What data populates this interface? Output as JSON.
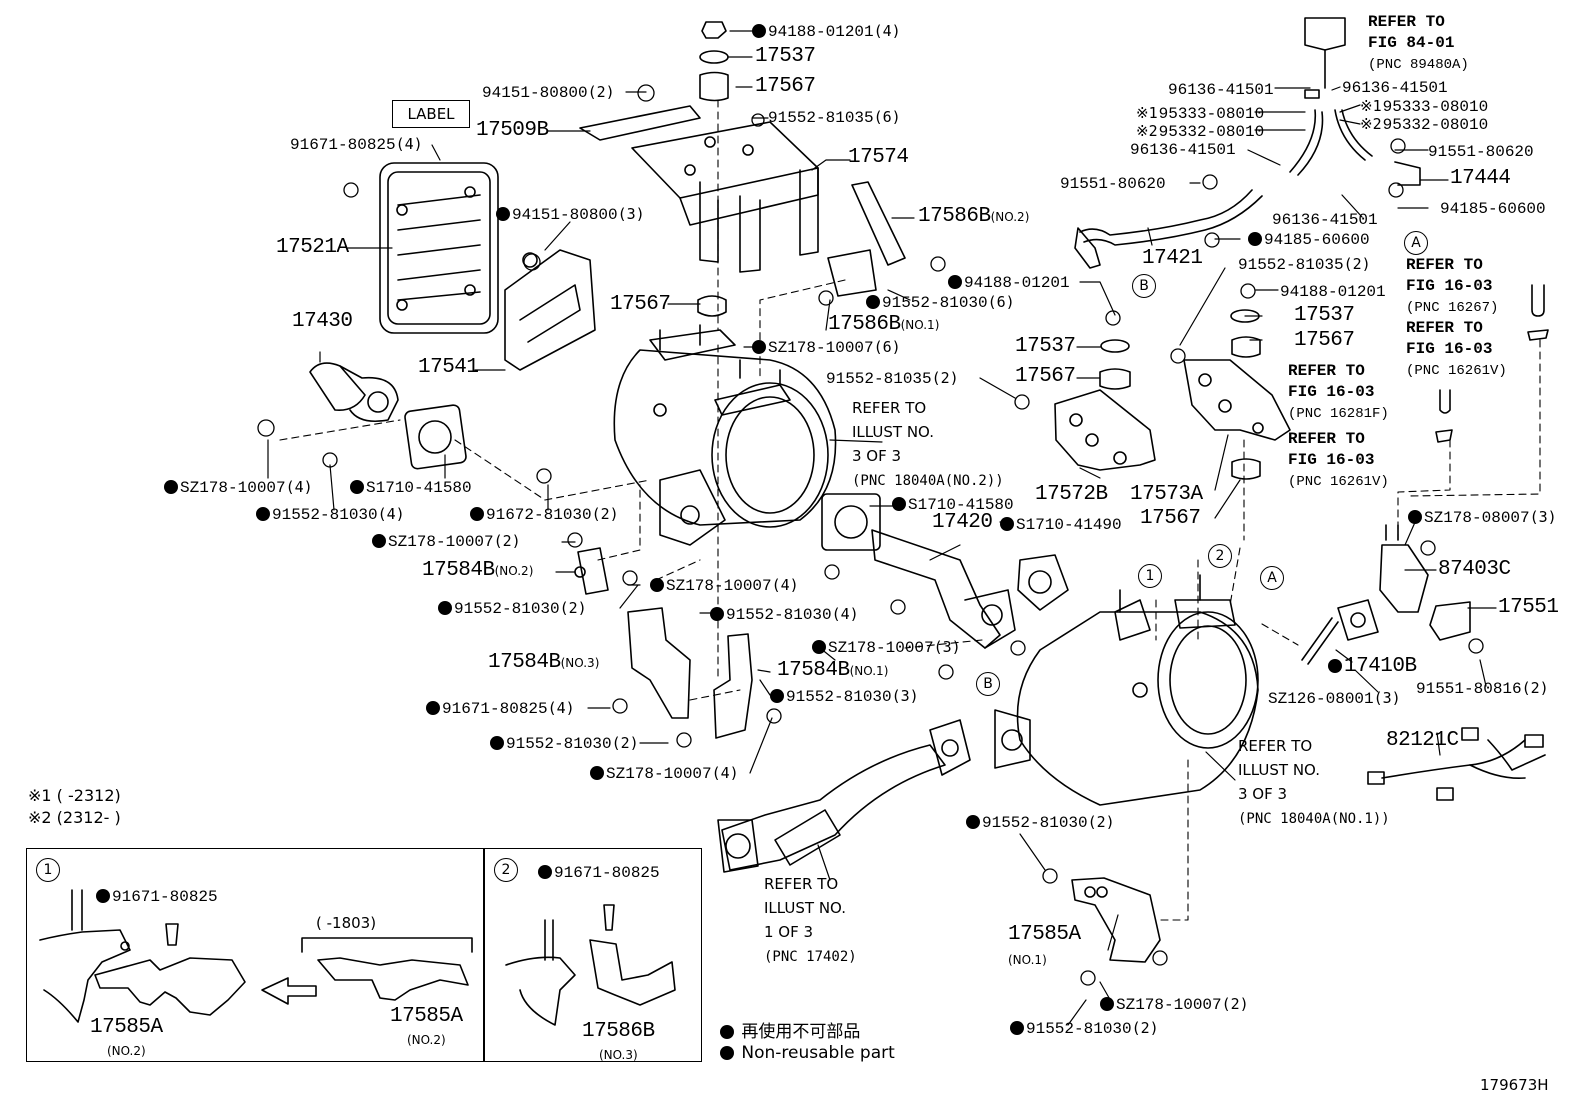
{
  "label_box": "LABEL",
  "parts": [
    {
      "id": "p1",
      "dot": true,
      "pn": "94188-01201",
      "qty": "(4)"
    },
    {
      "id": "p2",
      "pn": "17537",
      "big": true
    },
    {
      "id": "p3",
      "pn": "17567",
      "big": true
    },
    {
      "id": "p4",
      "pn": "94151-80800",
      "qty": "(2)"
    },
    {
      "id": "p5",
      "pn": "91552-81035",
      "qty": "(6)"
    },
    {
      "id": "p6",
      "pn": "17509B",
      "big": true
    },
    {
      "id": "p7",
      "pn": "17574",
      "big": true
    },
    {
      "id": "p8",
      "pn": "91671-80825",
      "qty": "(4)"
    },
    {
      "id": "p9",
      "pn": "17586B",
      "big": true,
      "sub": "(NO.2)"
    },
    {
      "id": "p10",
      "dot": true,
      "pn": "94151-80800",
      "qty": "(3)"
    },
    {
      "id": "p11",
      "pn": "17521A",
      "big": true
    },
    {
      "id": "p12",
      "pn": "17567",
      "big": true
    },
    {
      "id": "p13",
      "dot": true,
      "pn": "94188-01201"
    },
    {
      "id": "p14",
      "dot": true,
      "pn": "91552-81030",
      "qty": "(6)"
    },
    {
      "id": "p15",
      "pn": "17586B",
      "big": true,
      "sub": "(NO.1)"
    },
    {
      "id": "p16",
      "pn": "17430",
      "big": true
    },
    {
      "id": "p17",
      "dot": true,
      "pn": "SZ178-10007",
      "qty": "(6)"
    },
    {
      "id": "p18",
      "pn": "17541",
      "big": true
    },
    {
      "id": "p19",
      "pn": "17537",
      "big": true
    },
    {
      "id": "p20",
      "pn": "91552-81035",
      "qty": "(2)"
    },
    {
      "id": "p21",
      "pn": "17567",
      "big": true
    },
    {
      "id": "p22",
      "dot": true,
      "pn": "SZ178-10007",
      "qty": "(4)"
    },
    {
      "id": "p23",
      "dot": true,
      "pn": "S1710-41580"
    },
    {
      "id": "p24",
      "dot": true,
      "pn": "91552-81030",
      "qty": "(4)"
    },
    {
      "id": "p25",
      "dot": true,
      "pn": "91672-81030",
      "qty": "(2)"
    },
    {
      "id": "p26",
      "pn": "17572B",
      "big": true
    },
    {
      "id": "p27",
      "dot": true,
      "pn": "S1710-41580"
    },
    {
      "id": "p28",
      "pn": "17420",
      "big": true
    },
    {
      "id": "p29",
      "dot": true,
      "pn": "S1710-41490"
    },
    {
      "id": "p30",
      "dot": true,
      "pn": "SZ178-10007",
      "qty": "(2)"
    },
    {
      "id": "p31",
      "pn": "17584B",
      "big": true,
      "sub": "(NO.2)"
    },
    {
      "id": "p32",
      "dot": true,
      "pn": "SZ178-10007",
      "qty": "(4)"
    },
    {
      "id": "p33",
      "dot": true,
      "pn": "91552-81030",
      "qty": "(2)"
    },
    {
      "id": "p34",
      "dot": true,
      "pn": "91552-81030",
      "qty": "(4)"
    },
    {
      "id": "p35",
      "pn": "17584B",
      "big": true,
      "sub": "(NO.3)"
    },
    {
      "id": "p36",
      "dot": true,
      "pn": "SZ178-10007",
      "qty": "(3)"
    },
    {
      "id": "p37",
      "pn": "17584B",
      "big": true,
      "sub": "(NO.1)"
    },
    {
      "id": "p38",
      "dot": true,
      "pn": "91552-81030",
      "qty": "(3)"
    },
    {
      "id": "p39",
      "dot": true,
      "pn": "91671-80825",
      "qty": "(4)"
    },
    {
      "id": "p40",
      "dot": true,
      "pn": "91552-81030",
      "qty": "(2)"
    },
    {
      "id": "p41",
      "dot": true,
      "pn": "SZ178-10007",
      "qty": "(4)"
    },
    {
      "id": "p42",
      "pn": "96136-41501"
    },
    {
      "id": "p43",
      "pn": "96136-41501"
    },
    {
      "id": "p44",
      "mark": "※1",
      "pn": "95333-08010"
    },
    {
      "id": "p45",
      "mark": "※2",
      "pn": "95332-08010"
    },
    {
      "id": "p46",
      "mark": "※1",
      "pn": "95333-08010"
    },
    {
      "id": "p47",
      "mark": "※2",
      "pn": "95332-08010"
    },
    {
      "id": "p48",
      "pn": "96136-41501"
    },
    {
      "id": "p49",
      "pn": "91551-80620"
    },
    {
      "id": "p50",
      "pn": "91551-80620"
    },
    {
      "id": "p51",
      "pn": "17444",
      "big": true
    },
    {
      "id": "p52",
      "pn": "94185-60600"
    },
    {
      "id": "p53",
      "pn": "96136-41501"
    },
    {
      "id": "p54",
      "pn": "17421",
      "big": true
    },
    {
      "id": "p55",
      "dot": true,
      "pn": "94185-60600"
    },
    {
      "id": "p56",
      "pn": "91552-81035",
      "qty": "(2)"
    },
    {
      "id": "p57",
      "pn": "94188-01201"
    },
    {
      "id": "p58",
      "pn": "17537",
      "big": true
    },
    {
      "id": "p59",
      "pn": "17567",
      "big": true
    },
    {
      "id": "p60",
      "pn": "17573A",
      "big": true
    },
    {
      "id": "p61",
      "pn": "17567",
      "big": true
    },
    {
      "id": "p62",
      "dot": true,
      "pn": "SZ178-08007",
      "qty": "(3)"
    },
    {
      "id": "p63",
      "pn": "87403C",
      "big": true
    },
    {
      "id": "p64",
      "pn": "17551",
      "big": true
    },
    {
      "id": "p65",
      "dot": true,
      "pn": "17410B",
      "big": true
    },
    {
      "id": "p66",
      "pn": "SZ126-08001",
      "qty": "(3)"
    },
    {
      "id": "p67",
      "pn": "91551-80816",
      "qty": "(2)"
    },
    {
      "id": "p68",
      "pn": "82121C",
      "big": true
    },
    {
      "id": "p69",
      "dot": true,
      "pn": "91552-81030",
      "qty": "(2)"
    },
    {
      "id": "p70",
      "pn": "17585A",
      "big": true,
      "sub": "(NO.1)"
    },
    {
      "id": "p71",
      "dot": true,
      "pn": "SZ178-10007",
      "qty": "(2)"
    },
    {
      "id": "p72",
      "dot": true,
      "pn": "91552-81030",
      "qty": "(2)"
    },
    {
      "id": "p73",
      "dot": true,
      "pn": "91671-80825"
    },
    {
      "id": "p74",
      "dot": true,
      "pn": "91671-80825"
    },
    {
      "id": "p75",
      "pn": "17585A",
      "big": true,
      "sub": "(NO.2)"
    },
    {
      "id": "p76",
      "pn": "17585A",
      "big": true,
      "sub": "(NO.2)"
    },
    {
      "id": "p77",
      "pn": "17586B",
      "big": true,
      "sub": "(NO.3)"
    }
  ],
  "notes": [
    {
      "id": "n1",
      "lines": [
        "REFER TO",
        "ILLUST NO.",
        "3 OF 3"
      ],
      "pnc": "(PNC 18040A(NO.2))"
    },
    {
      "id": "n2",
      "lines": [
        "REFER TO",
        "ILLUST NO.",
        "3 OF 3"
      ],
      "pnc": "(PNC 18040A(NO.1))"
    },
    {
      "id": "n3",
      "lines": [
        "REFER TO",
        "ILLUST NO.",
        "1 OF 3"
      ],
      "pnc": "(PNC 17402)"
    }
  ],
  "refers": [
    {
      "id": "r1",
      "lines": [
        "REFER TO",
        "FIG 84-01"
      ],
      "pnc": "(PNC 89480A)"
    },
    {
      "id": "r2",
      "lines": [
        "REFER TO",
        "FIG 16-03"
      ],
      "pnc": "(PNC 16267)"
    },
    {
      "id": "r3",
      "lines": [
        "REFER TO",
        "FIG 16-03"
      ],
      "pnc": "(PNC 16261V)"
    },
    {
      "id": "r4",
      "lines": [
        "REFER TO",
        "FIG 16-03"
      ],
      "pnc": "(PNC 16281F)"
    },
    {
      "id": "r5",
      "lines": [
        "REFER TO",
        "FIG 16-03"
      ],
      "pnc": "(PNC 16261V)"
    }
  ],
  "callouts": {
    "c1": "1",
    "c2": "2",
    "a1": "A",
    "a2": "A",
    "b1": "B",
    "b2": "B",
    "i1": "1",
    "i2": "2"
  },
  "footnotes": {
    "f1": "※1 (      -2312)",
    "f2": "※2 (2312-      )",
    "range": "(      -1803)"
  },
  "legend": {
    "jp": "再使用不可部品",
    "en": "Non-reusable part"
  },
  "figure_id": "179673H"
}
